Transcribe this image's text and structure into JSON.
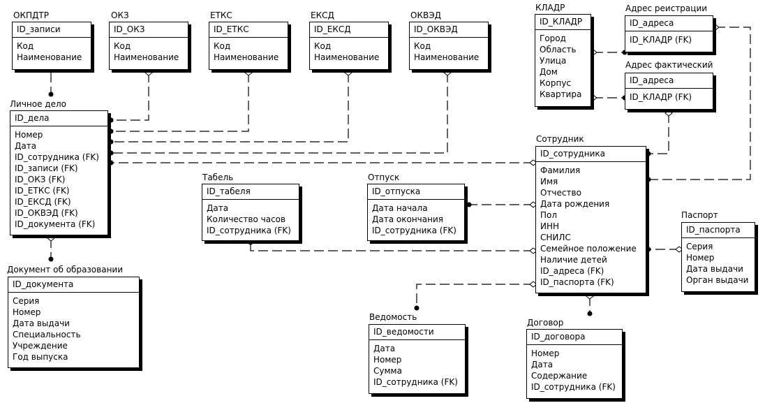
{
  "entities": [
    {
      "id": "okpdtr",
      "title": "ОКПДТР",
      "pk": "ID_записи",
      "attrs": [
        "Код",
        "Наименование"
      ]
    },
    {
      "id": "okz",
      "title": "ОКЗ",
      "pk": "ID_ОКЗ",
      "attrs": [
        "Код",
        "Наименование"
      ]
    },
    {
      "id": "etks",
      "title": "ЕТКС",
      "pk": "ID_ЕТКС",
      "attrs": [
        "Код",
        "Наименование"
      ]
    },
    {
      "id": "eksd",
      "title": "ЕКСД",
      "pk": "ID_ЕКСД",
      "attrs": [
        "Код",
        "Наименование"
      ]
    },
    {
      "id": "okved",
      "title": "ОКВЭД",
      "pk": "ID_ОКВЭД",
      "attrs": [
        "Код",
        "Наименование"
      ]
    },
    {
      "id": "kladr",
      "title": "КЛАДР",
      "pk": "ID_КЛАДР",
      "attrs": [
        "Город",
        "Область",
        "Улица",
        "Дом",
        "Корпус",
        "Квартира"
      ]
    },
    {
      "id": "addr_reg",
      "title": "Адрес реистрации",
      "pk": "ID_адреса",
      "attrs": [
        "ID_КЛАДР (FK)"
      ]
    },
    {
      "id": "addr_fact",
      "title": "Адрес фактический",
      "pk": "ID_адреса",
      "attrs": [
        "ID_КЛАДР (FK)"
      ]
    },
    {
      "id": "lichnoe",
      "title": "Личное дело",
      "pk": "ID_дела",
      "attrs": [
        "Номер",
        "Дата",
        "ID_сотрудника (FK)",
        "ID_записи (FK)",
        "ID_ОКЗ (FK)",
        "ID_ЕТКС (FK)",
        "ID_ЕКСД (FK)",
        "ID_ОКВЭД (FK)",
        "ID_документа (FK)"
      ]
    },
    {
      "id": "sotrudnik",
      "title": "Сотрудник",
      "pk": "ID_сотрудника",
      "attrs": [
        "Фамилия",
        "Имя",
        "Отчество",
        "Дата рождения",
        "Пол",
        "ИНН",
        "СНИЛС",
        "Семейное положение",
        "Наличие детей",
        "ID_адреса (FK)",
        "ID_паспорта (FK)"
      ]
    },
    {
      "id": "tabel",
      "title": "Табель",
      "pk": "ID_табеля",
      "attrs": [
        "Дата",
        "Количество часов",
        "ID_сотрудника (FK)"
      ]
    },
    {
      "id": "otpusk",
      "title": "Отпуск",
      "pk": "ID_отпуска",
      "attrs": [
        "Дата начала",
        "Дата окончания",
        "ID_сотрудника (FK)"
      ]
    },
    {
      "id": "pasport",
      "title": "Паспорт",
      "pk": "ID_паспорта",
      "attrs": [
        "Серия",
        "Номер",
        "Дата выдачи",
        "Орган выдачи"
      ]
    },
    {
      "id": "dokument",
      "title": "Документ об образовании",
      "pk": "ID_документа",
      "attrs": [
        "Серия",
        "Номер",
        "Дата выдачи",
        "Специальность",
        "Учреждение",
        "Год выпуска"
      ]
    },
    {
      "id": "vedomost",
      "title": "Ведомость",
      "pk": "ID_ведомости",
      "attrs": [
        "Дата",
        "Номер",
        "Сумма",
        "ID_сотрудника (FK)"
      ]
    },
    {
      "id": "dogovor",
      "title": "Договор",
      "pk": "ID_договора",
      "attrs": [
        "Номер",
        "Дата",
        "Содержание",
        "ID_сотрудника (FK)"
      ]
    }
  ]
}
